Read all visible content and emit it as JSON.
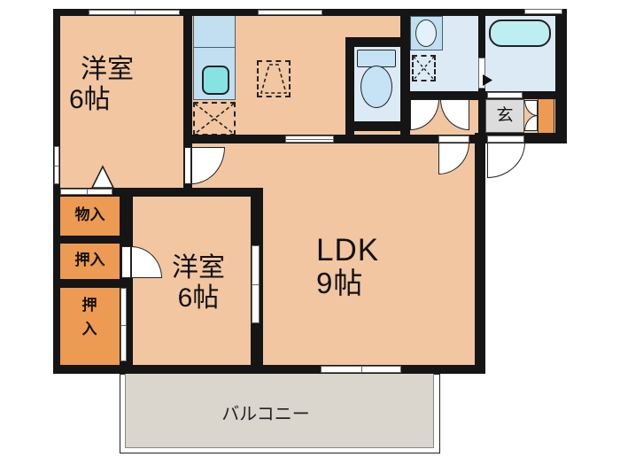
{
  "floorplan": {
    "rooms": {
      "bedroom1": {
        "name": "洋室",
        "size": "6帖"
      },
      "bedroom2": {
        "name": "洋室",
        "size": "6帖"
      },
      "ldk": {
        "name": "LDK",
        "size": "9帖"
      },
      "storage": {
        "label": "物入"
      },
      "closet_upper": {
        "label": "押入"
      },
      "closet_lower": {
        "label": "押入"
      },
      "entrance": {
        "label": "玄"
      },
      "balcony": {
        "label": "バルコニー"
      }
    },
    "fixtures": [
      "kitchen-sink",
      "refrigerator-space",
      "dining-space",
      "washbasin",
      "washing-machine-space",
      "toilet",
      "bathtub",
      "bath-door",
      "entrance-door",
      "shoe-cabinet",
      "sliding-window",
      "hinged-door"
    ],
    "colors": {
      "wall": "#151515",
      "room": "#F2C6A1",
      "closet": "#ED9A52",
      "wet_room": "#DCEAF6",
      "fixture_blue": "#C2DFF1",
      "sink_teal": "#87E2E4",
      "bathtub_blue": "#BDEEF2",
      "balcony_gray": "#DAD5CD",
      "entrance_gray": "#DCDCDC"
    }
  }
}
